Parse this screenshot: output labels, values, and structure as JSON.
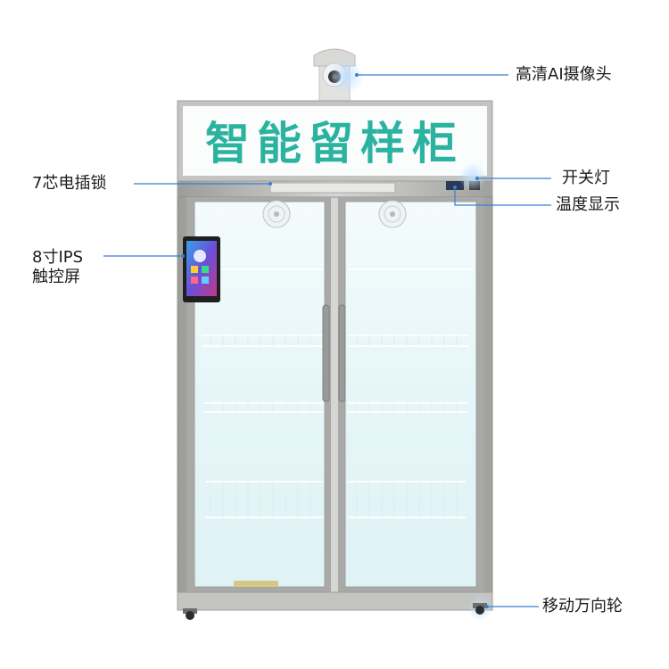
{
  "sign": {
    "text": "智能留样柜"
  },
  "labels": {
    "camera": "高清AI摄像头",
    "lock": "7芯电插锁",
    "screen_line1": "8寸IPS",
    "screen_line2": "触控屏",
    "light_switch": "开关灯",
    "temperature": "温度显示",
    "casters": "移动万向轮"
  },
  "colors": {
    "sign_text": "#2bb3a0",
    "callout_line": "#3a7fcf",
    "frame": "#b8b9b6",
    "glass": "#e3f4f7"
  }
}
